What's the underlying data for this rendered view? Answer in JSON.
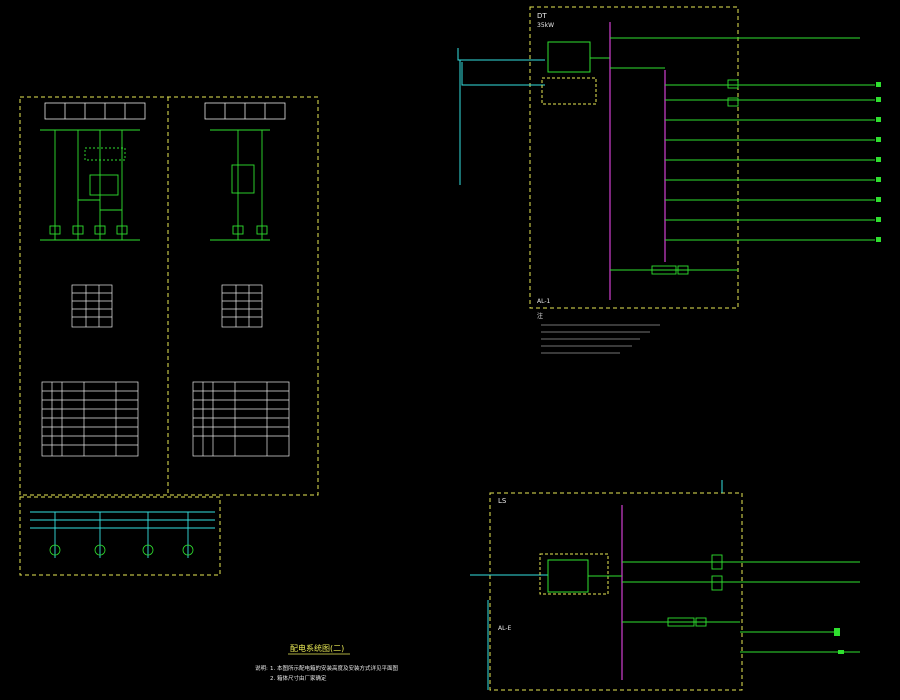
{
  "drawing_title": "配电系统图(二)",
  "notes_title": "说明:",
  "panel_a": {
    "label": "DT",
    "power": "35kW",
    "bottom_tag": "AL-1",
    "note_label": "注"
  },
  "panel_b": {
    "label": "LS",
    "bottom_tag": "AL-E"
  },
  "sheet_notes": [
    "1. 本图所示配电箱的安装高度及安装方式详见平面图",
    "2. 箱体尺寸由厂家确定"
  ],
  "colors": {
    "background": "#000000",
    "frame": "#e8e855",
    "wiring": "#2fe02f",
    "feeder": "#35e0e0",
    "busbar": "#d040d0",
    "text": "#e8e8e8"
  }
}
